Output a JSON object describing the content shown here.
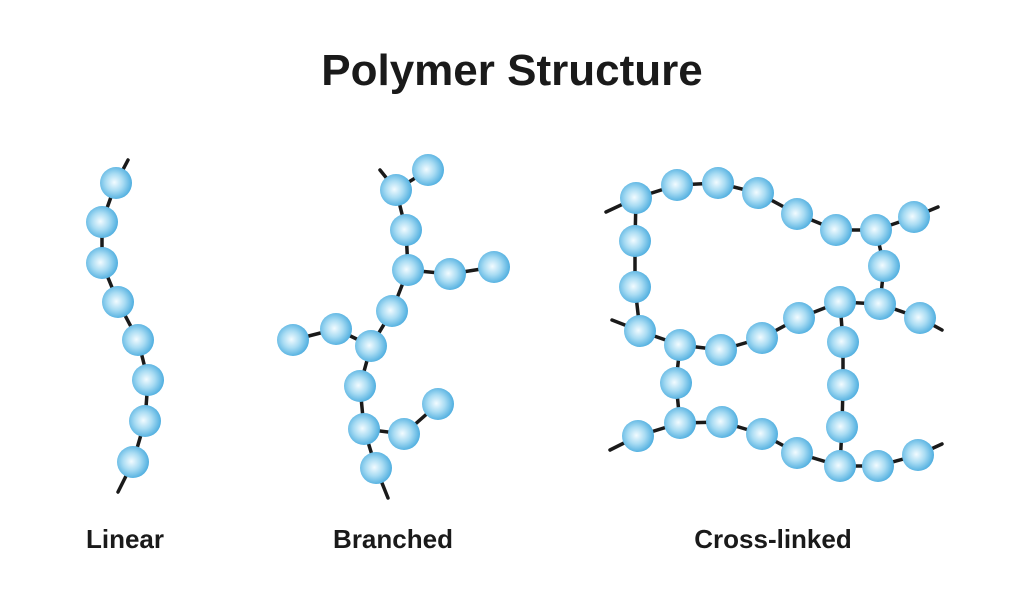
{
  "title": "Polymer Structure",
  "structures": [
    {
      "id": "linear",
      "label": "Linear"
    },
    {
      "id": "branched",
      "label": "Branched"
    },
    {
      "id": "cross-linked",
      "label": "Cross-linked"
    }
  ],
  "colors": {
    "bead_center": "#eef9fd",
    "bead_edge": "#3fa6dc",
    "bond": "#1a1a1a",
    "text": "#1a1a1a"
  }
}
